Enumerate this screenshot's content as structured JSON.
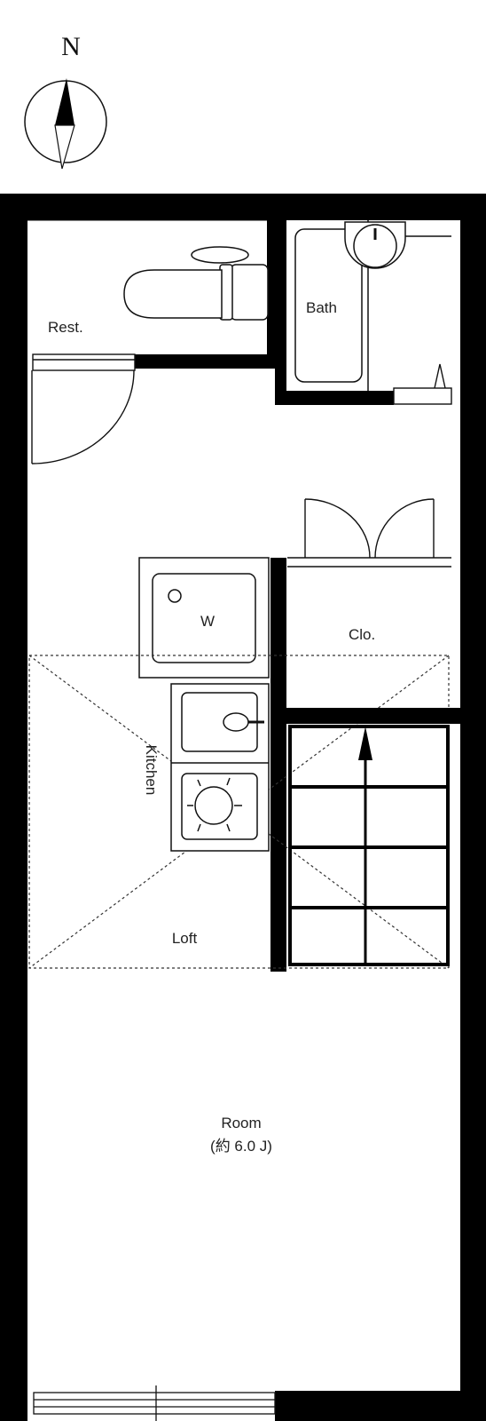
{
  "compass": {
    "north_label": "N",
    "icon": "compass-rose-icon"
  },
  "rooms": {
    "restroom": "Rest.",
    "bath": "Bath",
    "washer": "W",
    "closet": "Clo.",
    "kitchen": "Kitchen",
    "loft": "Loft",
    "room": "Room",
    "room_size": "(約 6.0 J)"
  },
  "colors": {
    "wall": "#000000",
    "line": "#111111",
    "background": "#ffffff"
  }
}
